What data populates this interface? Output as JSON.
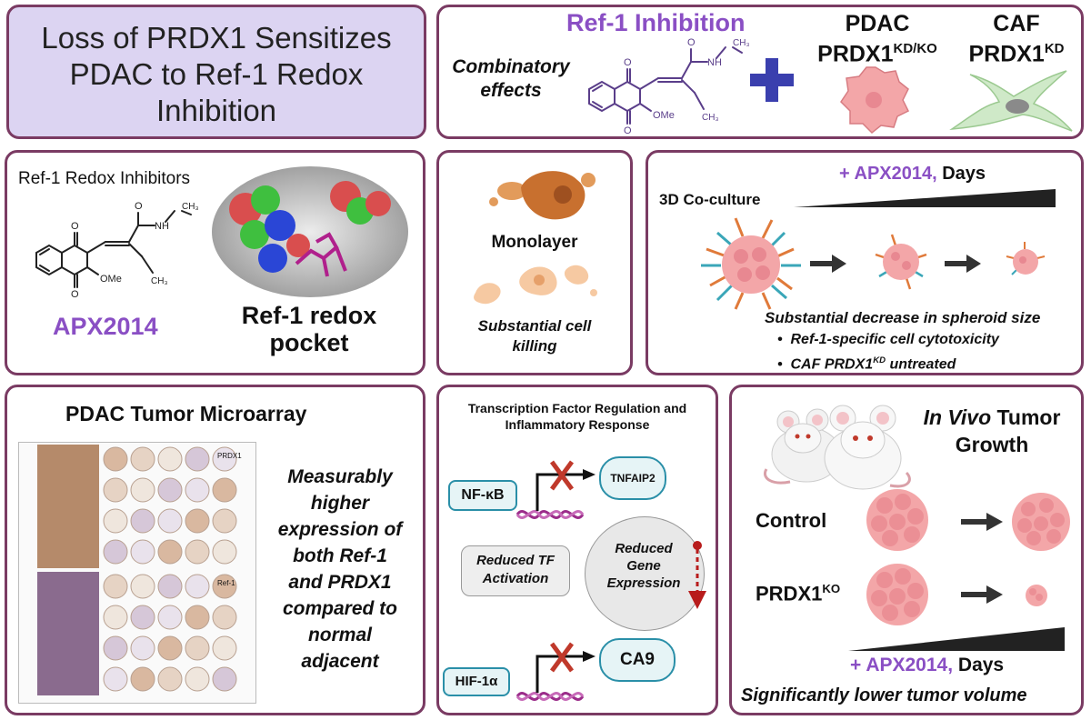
{
  "title_panel": {
    "title": "Loss of PRDX1 Sensitizes PDAC to Ref-1 Redox Inhibition"
  },
  "top_right": {
    "ref1_inhibition": "Ref-1 Inhibition",
    "combinatory_effects": "Combinatory effects",
    "pdac_label": "PDAC",
    "pdac_prdx1": "PRDX1",
    "pdac_sup": "KD/KO",
    "caf_label": "CAF",
    "caf_prdx1": "PRDX1",
    "caf_sup": "KD",
    "mol_nh": "NH",
    "mol_o": "O",
    "mol_ch3": "CH₃",
    "mol_ome": "OMe"
  },
  "inhibitors_panel": {
    "heading": "Ref-1 Redox Inhibitors",
    "compound": "APX2014",
    "pocket_line1": "Ref-1 redox",
    "pocket_line2": "pocket"
  },
  "monolayer_panel": {
    "label": "Monolayer",
    "killing_line1": "Substantial cell",
    "killing_line2": "killing"
  },
  "coculture_panel": {
    "apx_prefix": "+ APX2014,",
    "days": " Days",
    "label": "3D Co-culture",
    "decrease": "Substantial decrease in spheroid size",
    "bullet1": "Ref-1-specific cell cytotoxicity",
    "bullet2_prefix": "CAF PRDX1",
    "bullet2_sup": "KD",
    "bullet2_suffix": " untreated"
  },
  "microarray_panel": {
    "title": "PDAC Tumor Microarray",
    "text_lines": [
      "Measurably",
      "higher",
      "expression of",
      "both Ref-1",
      "and PRDX1",
      "compared to",
      "normal",
      "adjacent"
    ],
    "img_prdx1": "PRDX1",
    "img_ref1": "Ref-1"
  },
  "tf_panel": {
    "title_line1": "Transcription Factor Regulation and",
    "title_line2": "Inflammatory Response",
    "nfkb": "NF-κB",
    "tnfaip2": "TNFAIP2",
    "reduced_tf_line1": "Reduced TF",
    "reduced_tf_line2": "Activation",
    "reduced_gene_line1": "Reduced",
    "reduced_gene_line2": "Gene",
    "reduced_gene_line3": "Expression",
    "hif": "HIF-1α",
    "ca9": "CA9"
  },
  "invivo_panel": {
    "title_ital": "In Vivo",
    "title_rest": " Tumor",
    "title_line2": "Growth",
    "control": "Control",
    "prdx1": "PRDX1",
    "prdx1_sup": "KO",
    "apx_prefix": "+ APX2014,",
    "days": " Days",
    "footer": "Significantly lower tumor volume"
  },
  "colors": {
    "border": "#7a3b63",
    "title_bg": "#dcd4f2",
    "purple_text": "#8a4fc4",
    "cross": "#3a3fae",
    "tumor_pink": "#f3a6a8",
    "caf_green": "#cfe9c8"
  }
}
